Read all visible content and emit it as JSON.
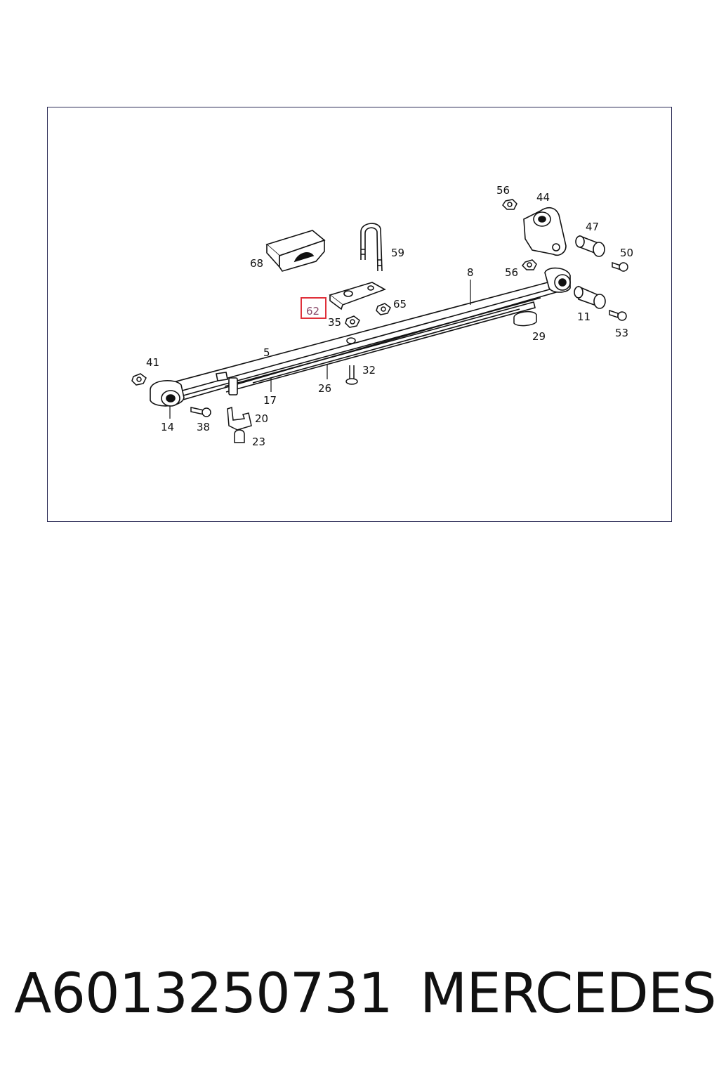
{
  "callouts": {
    "c56a": "56",
    "c44": "44",
    "c47": "47",
    "c50": "50",
    "c68": "68",
    "c59": "59",
    "c8": "8",
    "c56b": "56",
    "c62": "62",
    "c65": "65",
    "c35": "35",
    "c11": "11",
    "c53": "53",
    "c29": "29",
    "c5": "5",
    "c41": "41",
    "c32": "32",
    "c17": "17",
    "c26": "26",
    "c14": "14",
    "c38": "38",
    "c20": "20",
    "c23": "23"
  },
  "highlight": {
    "callout": "62",
    "color": "#e0303a"
  },
  "caption": {
    "part_number": "A6013250731",
    "brand": "MERCEDES"
  }
}
